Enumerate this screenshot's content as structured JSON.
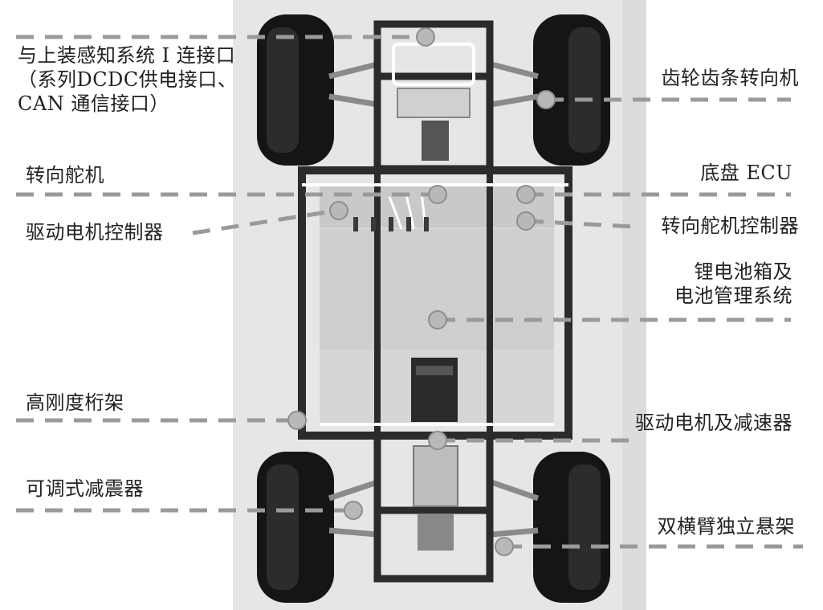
{
  "labels": {
    "upper_interface": "与上装感知系统 I 连接口\n（系列DCDC供电接口、\nCAN 通信接口）",
    "rack_pinion": "齿轮齿条转向机",
    "steering_servo": "转向舵机",
    "chassis_ecu": "底盘 ECU",
    "motor_controller": "驱动电机控制器",
    "servo_controller": "转向舵机控制器",
    "battery": "锂电池箱及\n电池管理系统",
    "truss": "高刚度桁架",
    "drive_motor": "驱动电机及减速器",
    "shock_absorber": "可调式减震器",
    "suspension": "双横臂独立悬架"
  },
  "colors": {
    "background": "#ffffff",
    "backdrop": "#e8e8e8",
    "tire": "#1a1a1a",
    "frame": "#2b2b2b",
    "leader_line": "#9a9a9a",
    "marker": "#b0b0b0"
  }
}
